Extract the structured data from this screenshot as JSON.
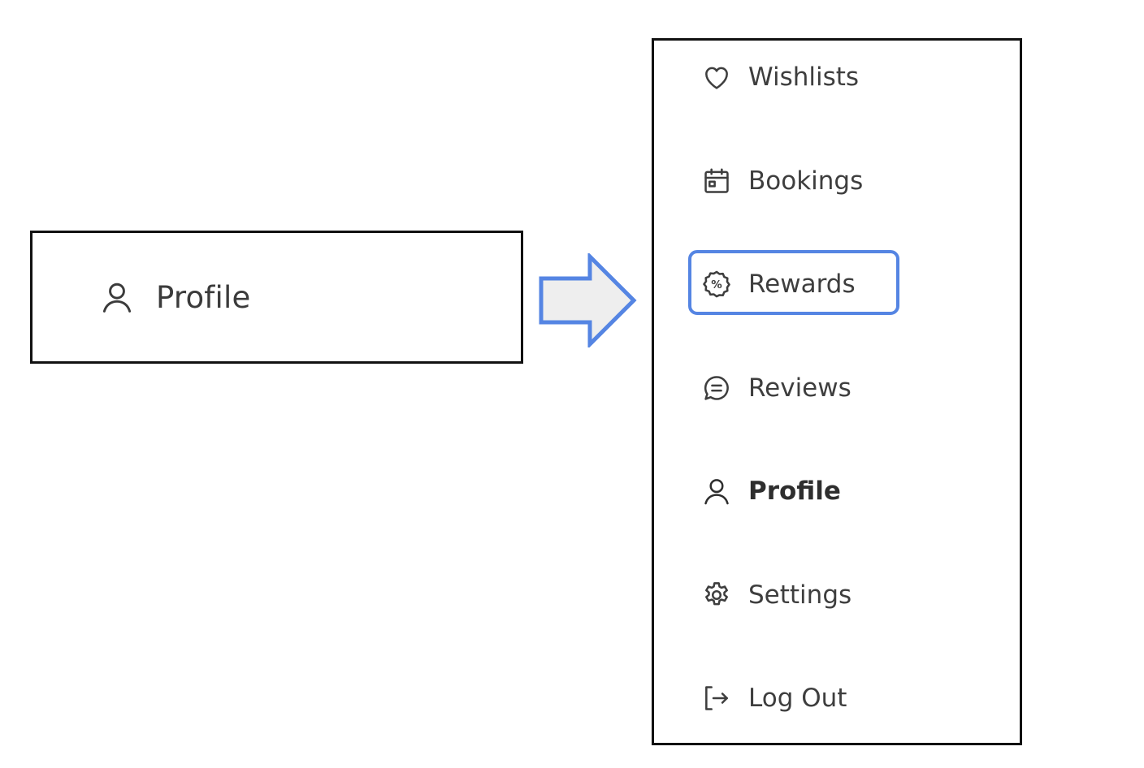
{
  "trigger": {
    "label": "Profile",
    "icon": "user-icon"
  },
  "arrow": {
    "fill": "#eeeeee",
    "stroke": "#5585e3"
  },
  "menu": {
    "items": [
      {
        "label": "Wishlists",
        "icon": "heart-icon"
      },
      {
        "label": "Bookings",
        "icon": "calendar-icon"
      },
      {
        "label": "Rewards",
        "icon": "discount-badge-icon",
        "highlighted": true
      },
      {
        "label": "Reviews",
        "icon": "message-icon"
      },
      {
        "label": "Profile",
        "icon": "user-icon",
        "active": true
      },
      {
        "label": "Settings",
        "icon": "gear-icon"
      },
      {
        "label": "Log Out",
        "icon": "logout-icon"
      }
    ],
    "highlight_color": "#5585e3"
  }
}
